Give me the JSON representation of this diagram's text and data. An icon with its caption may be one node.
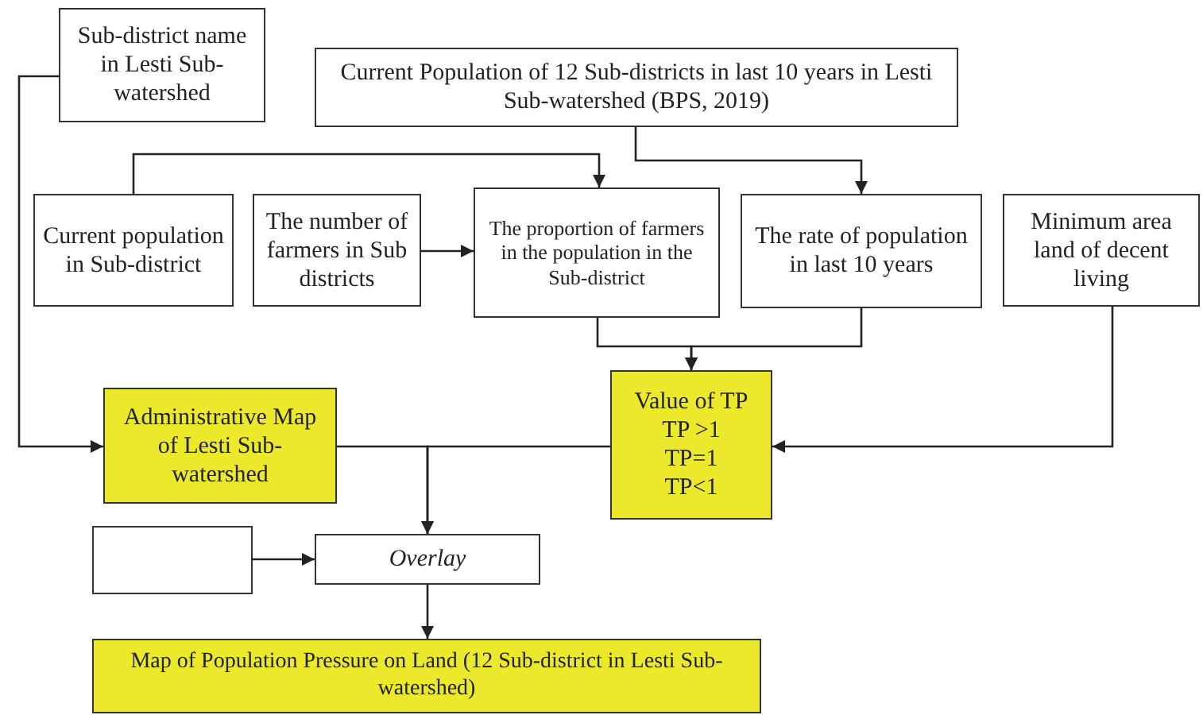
{
  "diagram": {
    "nodes": [
      {
        "text": [
          "Sub-district name in Lesti Sub-watershed"
        ]
      },
      {
        "text": [
          "Current Population of 12 Sub-districts in last 10 years in Lesti Sub-watershed (BPS, 2019)"
        ]
      },
      {
        "text": [
          "Current population in Sub-district"
        ]
      },
      {
        "text": [
          "The number of farmers in Sub districts"
        ]
      },
      {
        "text": [
          "The proportion of farmers in the population in the Sub-district"
        ]
      },
      {
        "text": [
          "The rate of population in last 10 years"
        ]
      },
      {
        "text": [
          "Minimum area land of decent living"
        ]
      },
      {
        "text": [
          "Value of TP",
          "TP >1",
          "TP=1",
          "TP<1"
        ]
      },
      {
        "text": [
          "Administrative Map of Lesti Sub-watershed"
        ]
      },
      {
        "text": [],
        "shape": "box"
      },
      {
        "text": [
          "Overlay"
        ]
      },
      {
        "text": [
          "Map of Population Pressure on Land (12 Sub-district in Lesti Sub-watershed)"
        ]
      }
    ],
    "edges": [
      {
        "from": 0,
        "to": 8,
        "arrow": "to"
      },
      {
        "from": 2,
        "to": 4,
        "arrow": "to"
      },
      {
        "from": 3,
        "to": 4,
        "arrow": "to"
      },
      {
        "from": 1,
        "to": 5,
        "arrow": "to"
      },
      {
        "from": 4,
        "to": 7,
        "arrow": "to"
      },
      {
        "from": 5,
        "to": 7,
        "arrow": "to"
      },
      {
        "from": 6,
        "to": 7,
        "arrow": "to"
      },
      {
        "from": 8,
        "to": 10,
        "arrow": "to"
      },
      {
        "from": 7,
        "to": 10,
        "arrow": "to"
      },
      {
        "from": 9,
        "to": 10,
        "arrow": "to"
      },
      {
        "from": 10,
        "to": 11,
        "arrow": "to"
      }
    ]
  }
}
